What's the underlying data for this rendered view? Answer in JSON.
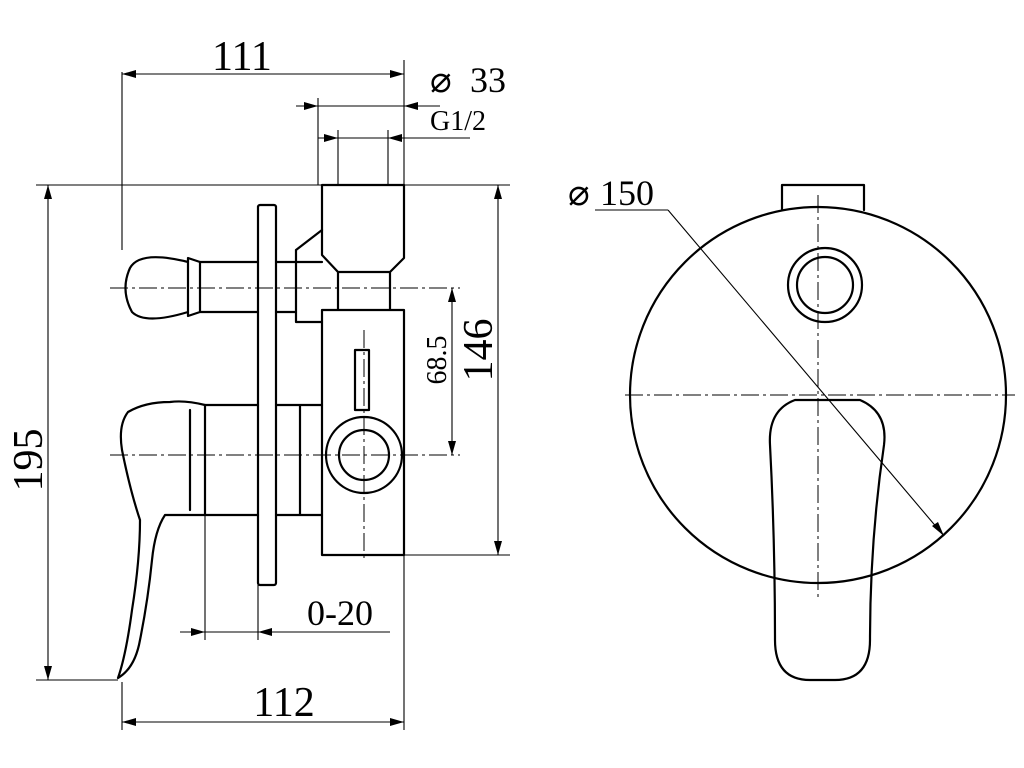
{
  "side_view": {
    "dim_top_width": "111",
    "dim_outlet_dia": "33",
    "dim_thread": "G1/2",
    "dim_total_height": "195",
    "dim_body_height": "146",
    "dim_axis_offset": "68.5",
    "dim_adjust_range": "0-20",
    "dim_bottom_width": "112"
  },
  "front_view": {
    "dim_plate_dia": "150"
  },
  "symbols": {
    "diameter": "⌀"
  }
}
